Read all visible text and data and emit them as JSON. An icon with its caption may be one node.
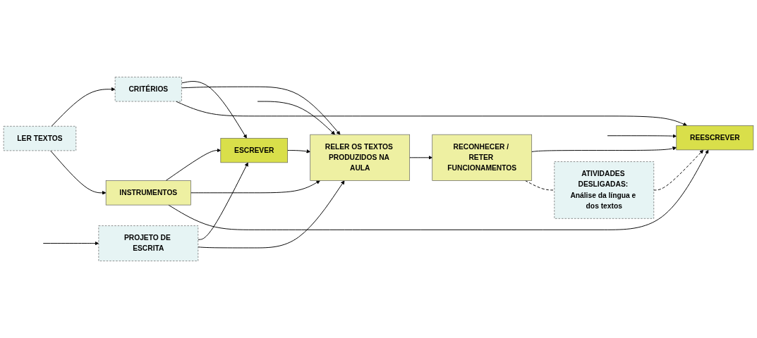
{
  "diagram": {
    "nodes": [
      {
        "text": [
          "PROJETO DE ESCRITA"
        ]
      },
      {
        "text": [
          "CRITÉRIOS"
        ]
      },
      {
        "text": [
          "ESCREVER"
        ]
      },
      {
        "text": [
          "RELER OS TEXTOS PRODUZIDOS NA AULA"
        ]
      },
      {
        "text": [
          "RECONHECER / RETER FUNCIONAMENTOS"
        ]
      },
      {
        "text": [
          "REESCREVER"
        ]
      },
      {
        "text": [
          "LER TEXTOS"
        ]
      },
      {
        "text": [
          "INSTRUMENTOS"
        ]
      },
      {
        "text": [
          "ATIVIDADES DESLIGADAS: Análise da língua e dos textos"
        ]
      }
    ],
    "edges": [
      {
        "from": null,
        "to": 0,
        "arrow": "to"
      },
      {
        "from": null,
        "to": 3,
        "arrow": "to"
      },
      {
        "from": null,
        "to": 5,
        "arrow": "to"
      },
      {
        "from": 0,
        "to": 2,
        "arrow": "to"
      },
      {
        "from": 0,
        "to": 3,
        "arrow": "to"
      },
      {
        "from": 1,
        "to": 2,
        "arrow": "to"
      },
      {
        "from": 1,
        "to": 3,
        "arrow": "to"
      },
      {
        "from": 1,
        "to": 5,
        "arrow": "to"
      },
      {
        "from": 2,
        "to": 3,
        "arrow": "to"
      },
      {
        "from": 6,
        "to": 1,
        "arrow": "to"
      },
      {
        "from": 6,
        "to": 7,
        "arrow": "to"
      },
      {
        "from": 7,
        "to": 2,
        "arrow": "to"
      },
      {
        "from": 7,
        "to": 3,
        "arrow": "to"
      },
      {
        "from": 7,
        "to": 5,
        "arrow": "to"
      },
      {
        "from": 3,
        "to": 4,
        "arrow": "to"
      },
      {
        "from": 4,
        "to": 5,
        "arrow": "to"
      },
      {
        "from": 4,
        "to": 8,
        "arrow": "none",
        "style": "dashed"
      },
      {
        "from": 8,
        "to": 5,
        "arrow": "to",
        "style": "dashed"
      }
    ]
  }
}
